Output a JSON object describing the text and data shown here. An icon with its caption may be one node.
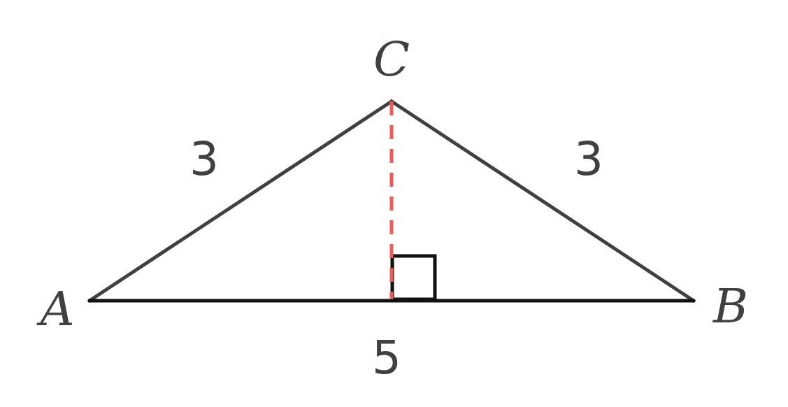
{
  "diagram": {
    "nodes": [
      {
        "text": [
          "C"
        ]
      },
      {
        "text": [
          "A"
        ]
      },
      {
        "text": [
          "B"
        ]
      },
      {
        "text": [],
        "shape": "box"
      }
    ],
    "edges": [
      {
        "from": 0,
        "to": 1,
        "arrow": "none",
        "label": "3"
      },
      {
        "from": 0,
        "to": 2,
        "arrow": "none",
        "label": "3"
      },
      {
        "from": 1,
        "to": 2,
        "arrow": "none",
        "label": "5"
      },
      {
        "from": 0,
        "to": 3,
        "arrow": "none",
        "style": "dashed",
        "color": "#f05a5a"
      }
    ]
  }
}
